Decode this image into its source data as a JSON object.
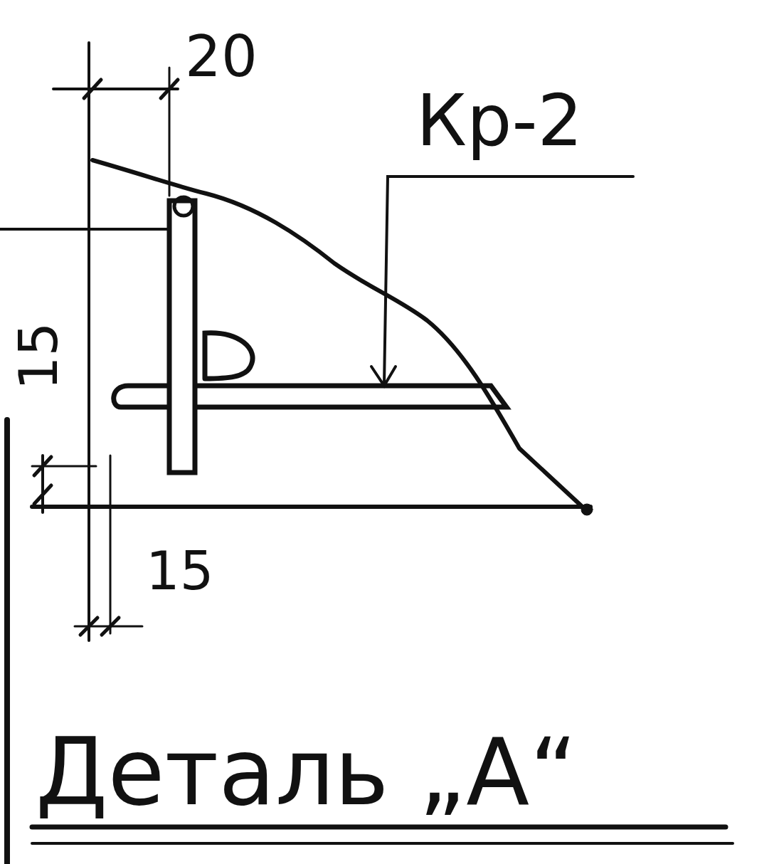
{
  "diagram": {
    "title": "Деталь „А“",
    "labels": [
      "20",
      "Кр-2",
      "15",
      "15"
    ]
  }
}
